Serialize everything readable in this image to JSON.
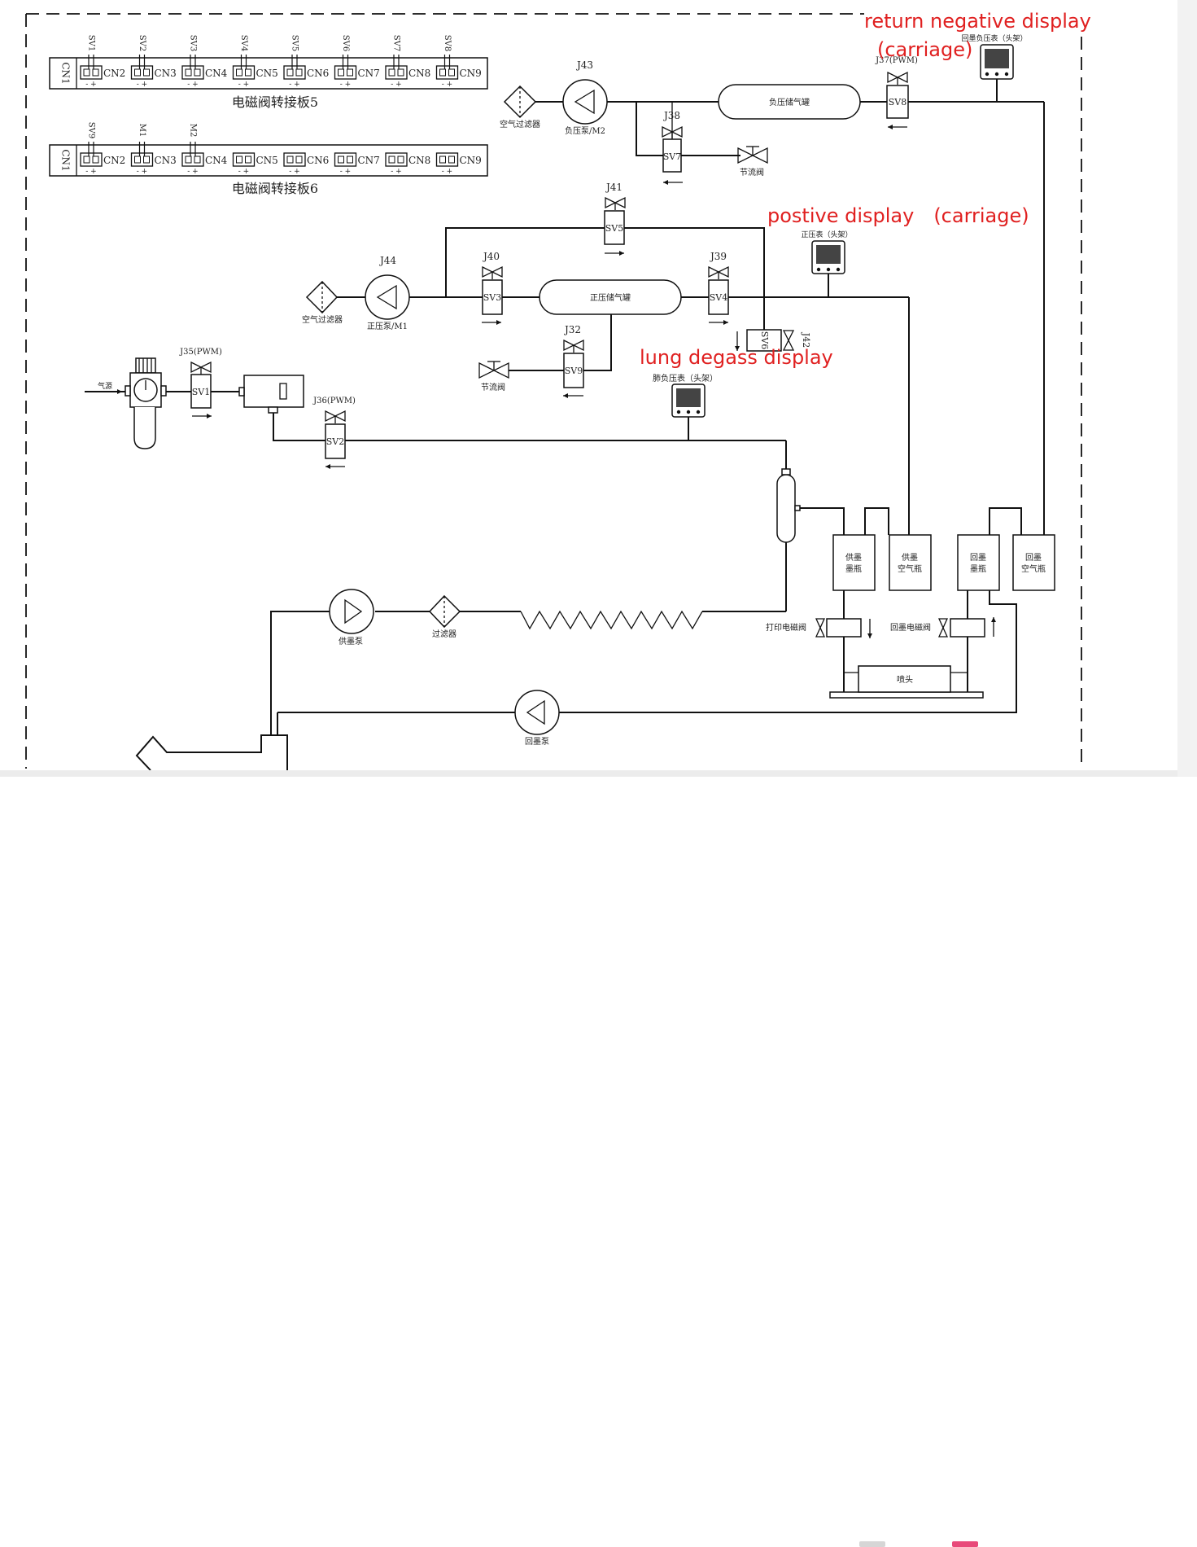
{
  "annotations": {
    "return_negative_line1": "return negative display",
    "return_negative_line2": "(carriage)",
    "positive": "postive display　(carriage)",
    "lung": "lung degass display"
  },
  "colors": {
    "annotation": "#e02020",
    "line": "#111111"
  },
  "board5": {
    "title": "电磁阀转接板5",
    "cn1": "CN1",
    "connectors": [
      "CN2",
      "CN3",
      "CN4",
      "CN5",
      "CN6",
      "CN7",
      "CN8",
      "CN9"
    ],
    "wires": [
      "SV1",
      "SV2",
      "SV3",
      "SV4",
      "SV5",
      "SV6",
      "SV7",
      "SV8"
    ]
  },
  "board6": {
    "title": "电磁阀转接板6",
    "cn1": "CN1",
    "connectors": [
      "CN2",
      "CN3",
      "CN4",
      "CN5",
      "CN6",
      "CN7",
      "CN8",
      "CN9"
    ],
    "wires": [
      "SV9",
      "M1",
      "M2"
    ]
  },
  "polarity": "- +",
  "labels": {
    "air_filter_top": "空气过滤器",
    "j43": "J43",
    "neg_pump": "负压泵/M2",
    "j38": "J38",
    "sv7": "SV7",
    "throttle_top": "节流阀",
    "neg_tank": "负压储气罐",
    "j37": "J37(PWM)",
    "sv8": "SV8",
    "return_neg_gauge": "回墨负压表（头架）",
    "j41": "J41",
    "sv5": "SV5",
    "pos_gauge": "正压表（头架）",
    "j44": "J44",
    "air_filter_mid": "空气过滤器",
    "pos_pump": "正压泵/M1",
    "j40": "J40",
    "sv3": "SV3",
    "pos_tank": "正压储气罐",
    "j39": "J39",
    "sv4": "SV4",
    "sv6": "SV6",
    "j42": "J42",
    "j32": "J32",
    "sv9": "SV9",
    "throttle_mid": "节流阀",
    "j35": "J35(PWM)",
    "sv1": "SV1",
    "air_source": "气源",
    "j36": "J36(PWM)",
    "sv2": "SV2",
    "lung_gauge": "肺负压表（头架）",
    "supply_ink_1": "供墨",
    "supply_ink_2": "墨瓶",
    "supply_air_1": "供墨",
    "supply_air_2": "空气瓶",
    "return_ink_1": "回墨",
    "return_ink_2": "墨瓶",
    "return_air_1": "回墨",
    "return_air_2": "空气瓶",
    "supply_pump": "供墨泵",
    "filter": "过滤器",
    "print_valve": "打印电磁阀",
    "return_valve": "回墨电磁阀",
    "nozzle": "喷头",
    "return_pump": "回墨泵"
  }
}
